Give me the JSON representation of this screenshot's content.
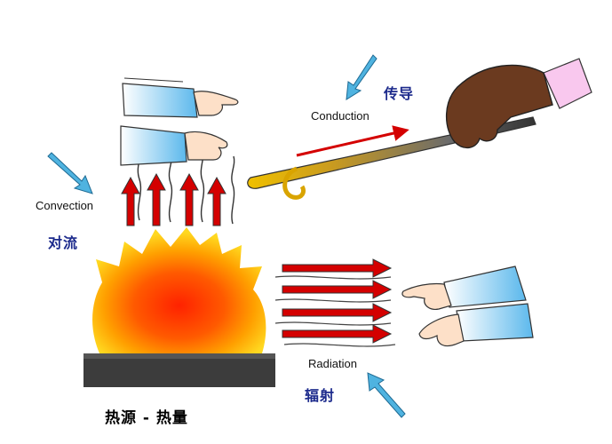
{
  "labels": {
    "convection_en": "Convection",
    "convection_zh": "对流",
    "conduction_en": "Conduction",
    "conduction_zh": "传导",
    "radiation_en": "Radiation",
    "radiation_zh": "辐射",
    "heat_source": "热源 - 热量"
  },
  "colors": {
    "flame_outer": "#ffd21e",
    "flame_inner": "#ff3a00",
    "heat_arrow": "#d40000",
    "pointer_arrow": "#4fb3e0",
    "base": "#3c3c3c",
    "rod_hot": "#e9b400",
    "rod_cold": "#4a4a4a",
    "label_zh": "#1c2a8c"
  }
}
